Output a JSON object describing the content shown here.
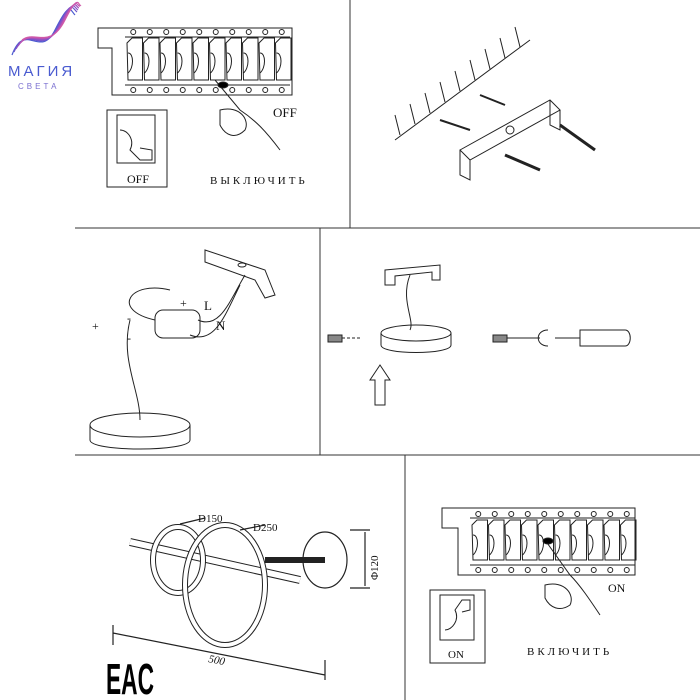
{
  "logo": {
    "line1": "МАГИЯ",
    "line2": "СВЕТА",
    "colors": [
      "#4a5bd0",
      "#9a4fc4",
      "#d05aa8"
    ]
  },
  "step1": {
    "callout_label": "OFF",
    "switch_label": "OFF",
    "caption": "ВЫКЛЮЧИТЬ"
  },
  "step3": {
    "plus1": "+",
    "plus2": "+",
    "minus1": "-",
    "minus2": "-",
    "live": "L",
    "neutral": "N"
  },
  "dimensions": {
    "small_ring": "D150",
    "large_ring": "D250",
    "base_diameter": "Φ120",
    "length": "500"
  },
  "certification": "EAC",
  "step6": {
    "callout_label": "ON",
    "switch_label": "ON",
    "caption": "ВКЛЮЧИТЬ"
  }
}
